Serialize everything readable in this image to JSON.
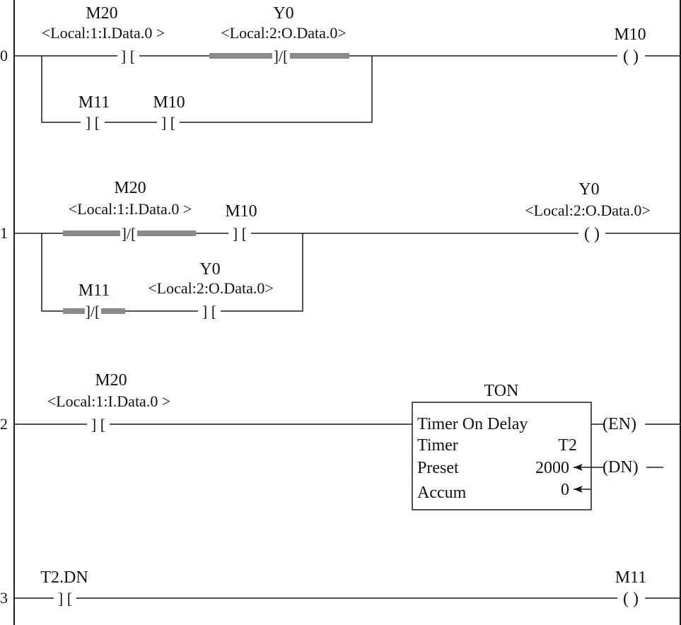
{
  "rungs": [
    {
      "number": "0",
      "contacts": [
        {
          "name": "M20",
          "address": "<Local:1:I.Data.0 >",
          "type": "NO"
        },
        {
          "name": "Y0",
          "address": "<Local:2:O.Data.0>",
          "type": "NC",
          "highlighted": true
        },
        {
          "name": "M11",
          "address": "",
          "type": "NO"
        },
        {
          "name": "M10",
          "address": "",
          "type": "NO"
        }
      ],
      "coil": {
        "name": "M10",
        "address": "",
        "symbol": "( )"
      }
    },
    {
      "number": "1",
      "contacts": [
        {
          "name": "M20",
          "address": "<Local:1:I.Data.0 >",
          "type": "NC",
          "highlighted": true
        },
        {
          "name": "M10",
          "address": "",
          "type": "NO"
        },
        {
          "name": "M11",
          "address": "",
          "type": "NC",
          "highlighted": true
        },
        {
          "name": "Y0",
          "address": "<Local:2:O.Data.0>",
          "type": "NO"
        }
      ],
      "coil": {
        "name": "Y0",
        "address": "<Local:2:O.Data.0>",
        "symbol": "( )"
      }
    },
    {
      "number": "2",
      "contacts": [
        {
          "name": "M20",
          "address": "<Local:1:I.Data.0 >",
          "type": "NO"
        }
      ],
      "timer": {
        "instruction": "TON",
        "title": "Timer On Delay",
        "timer_label": "Timer",
        "timer_value": "T2",
        "preset_label": "Preset",
        "preset_value": "2000",
        "accum_label": "Accum",
        "accum_value": "0",
        "en_label": "(EN)",
        "dn_label": "(DN)"
      }
    },
    {
      "number": "3",
      "contacts": [
        {
          "name": "T2.DN",
          "address": "",
          "type": "NO"
        }
      ],
      "coil": {
        "name": "M11",
        "address": "",
        "symbol": "( )"
      }
    }
  ],
  "colors": {
    "line": "#1a1a1a",
    "highlight": "#8a8a8a",
    "background": "#ffffff"
  }
}
